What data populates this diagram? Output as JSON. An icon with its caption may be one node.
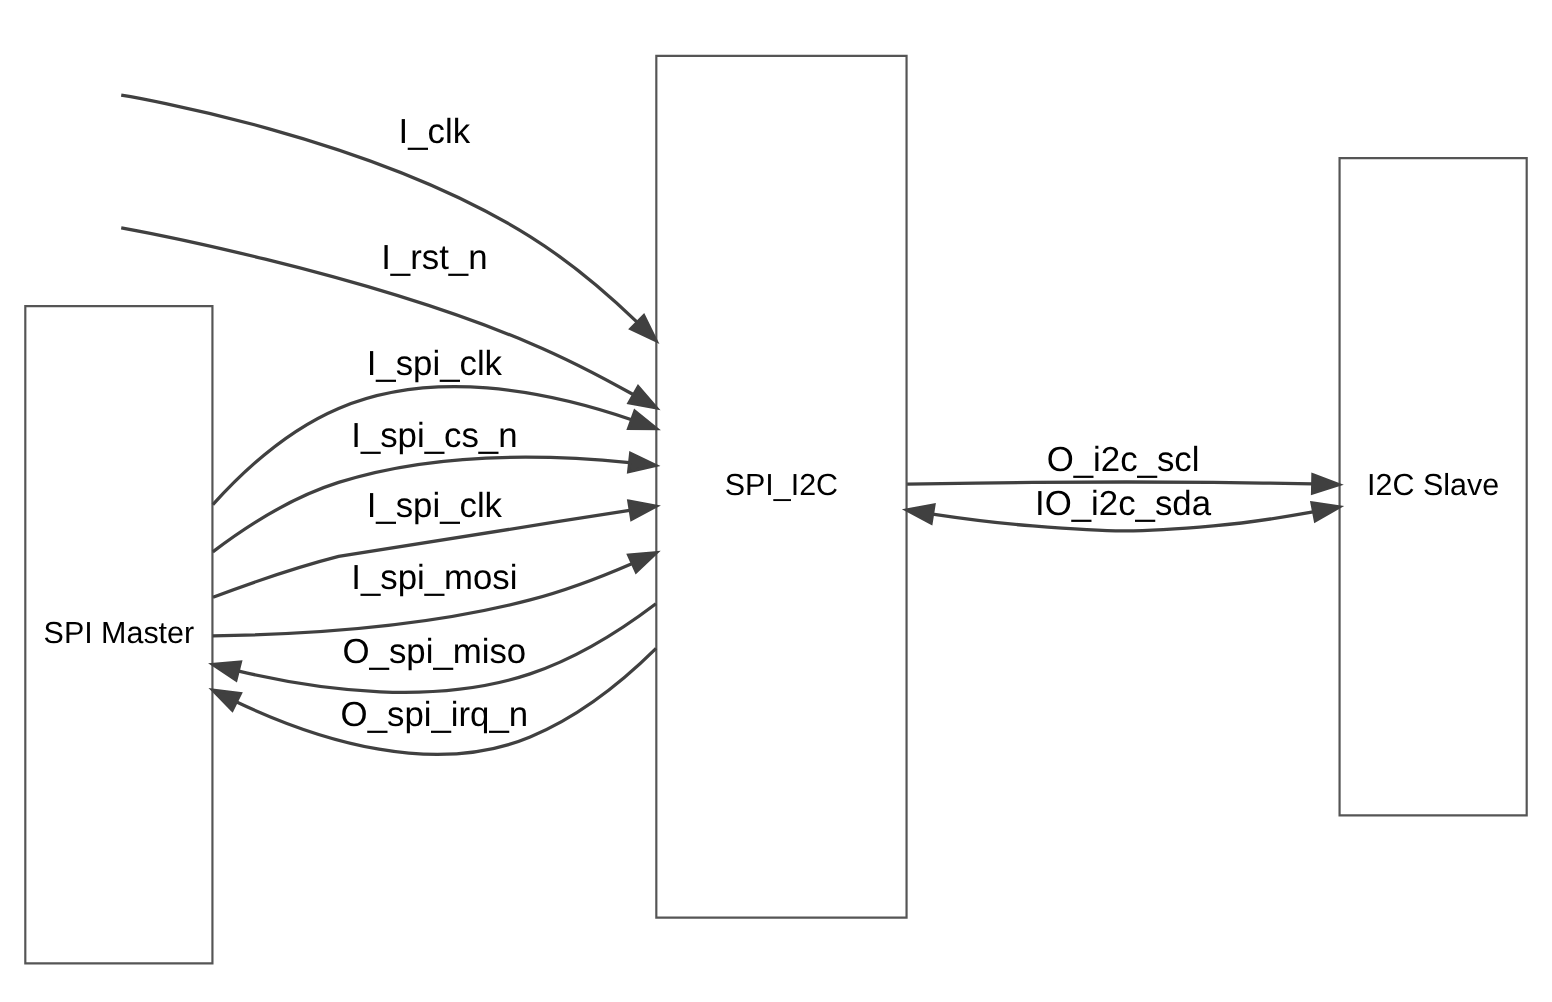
{
  "diagram": {
    "nodes": [
      {
        "text": [
          "SPI Master"
        ]
      },
      {
        "text": [
          "SPI_I2C"
        ]
      },
      {
        "text": [
          "I2C Slave"
        ]
      }
    ],
    "edges": [
      {
        "from": null,
        "to": 1,
        "arrow": "to",
        "label": "I_clk"
      },
      {
        "from": null,
        "to": 1,
        "arrow": "to",
        "label": "I_rst_n"
      },
      {
        "from": 0,
        "to": 1,
        "arrow": "to",
        "label": "I_spi_clk"
      },
      {
        "from": 0,
        "to": 1,
        "arrow": "to",
        "label": "I_spi_cs_n"
      },
      {
        "from": 0,
        "to": 1,
        "arrow": "to",
        "label": "I_spi_clk"
      },
      {
        "from": 0,
        "to": 1,
        "arrow": "to",
        "label": "I_spi_mosi"
      },
      {
        "from": 1,
        "to": 0,
        "arrow": "to",
        "label": "O_spi_miso"
      },
      {
        "from": 1,
        "to": 0,
        "arrow": "to",
        "label": "O_spi_irq_n"
      },
      {
        "from": 1,
        "to": 2,
        "arrow": "to",
        "label": "O_i2c_scl"
      },
      {
        "from": 1,
        "to": 2,
        "arrow": "both",
        "label": "IO_i2c_sda"
      }
    ]
  }
}
